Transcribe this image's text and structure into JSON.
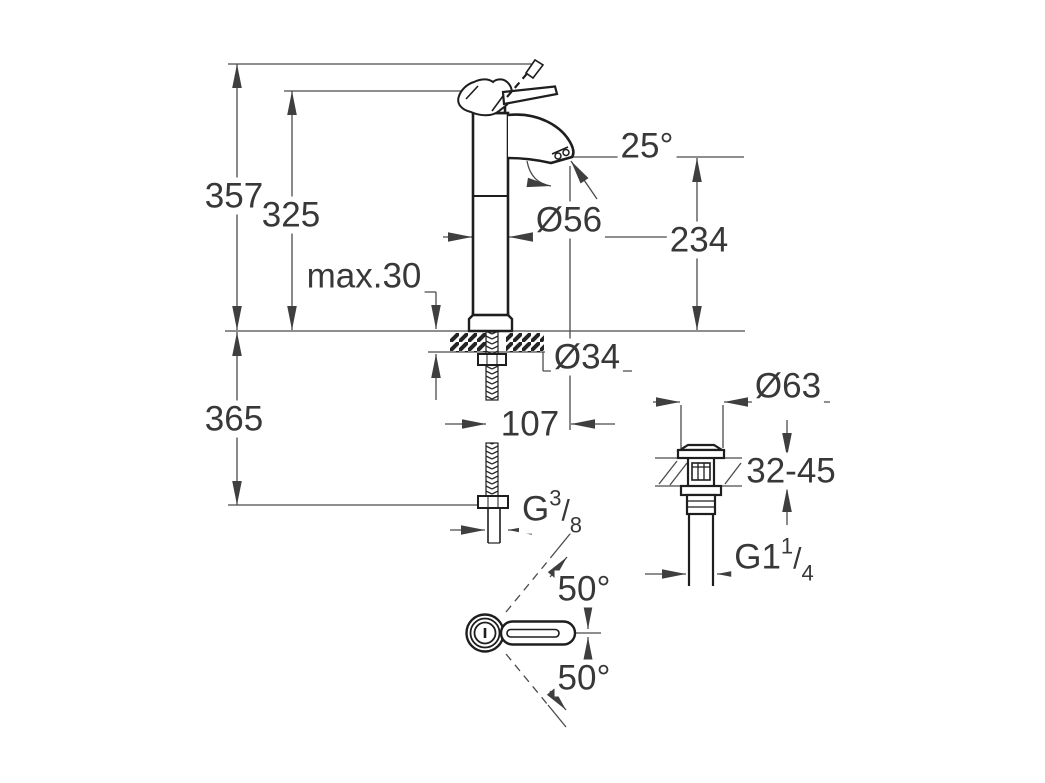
{
  "diagram": {
    "type": "technical-dimension-drawing",
    "subject": "single-lever high-body basin mixer tap with pop-up waste, dimensional drawing",
    "views": {
      "main": "faucet side view on mounting deck",
      "right": "waste / drain valve side view",
      "bottom": "lever handle top view with swivel range"
    },
    "units": "mm (implied)"
  },
  "dims": {
    "h357": "357",
    "h325": "325",
    "max30": "max.30",
    "h365": "365",
    "angle25": "25°",
    "d56": "Ø56",
    "h234": "234",
    "d34": "Ø34",
    "w107": "107",
    "g38": {
      "base": "G",
      "sup": "3",
      "slash": "/",
      "sub": "8"
    },
    "d63": "Ø63",
    "range3245": "32-45",
    "g114": {
      "base": "G1",
      "sup": "1",
      "slash": "/",
      "sub": "4"
    },
    "angle50_top": "50°",
    "angle50_bottom": "50°"
  },
  "colors": {
    "background": "#ffffff",
    "dimension_lines": "#4a4a4a",
    "product_lines": "#1e1e1e",
    "text": "#383838"
  }
}
